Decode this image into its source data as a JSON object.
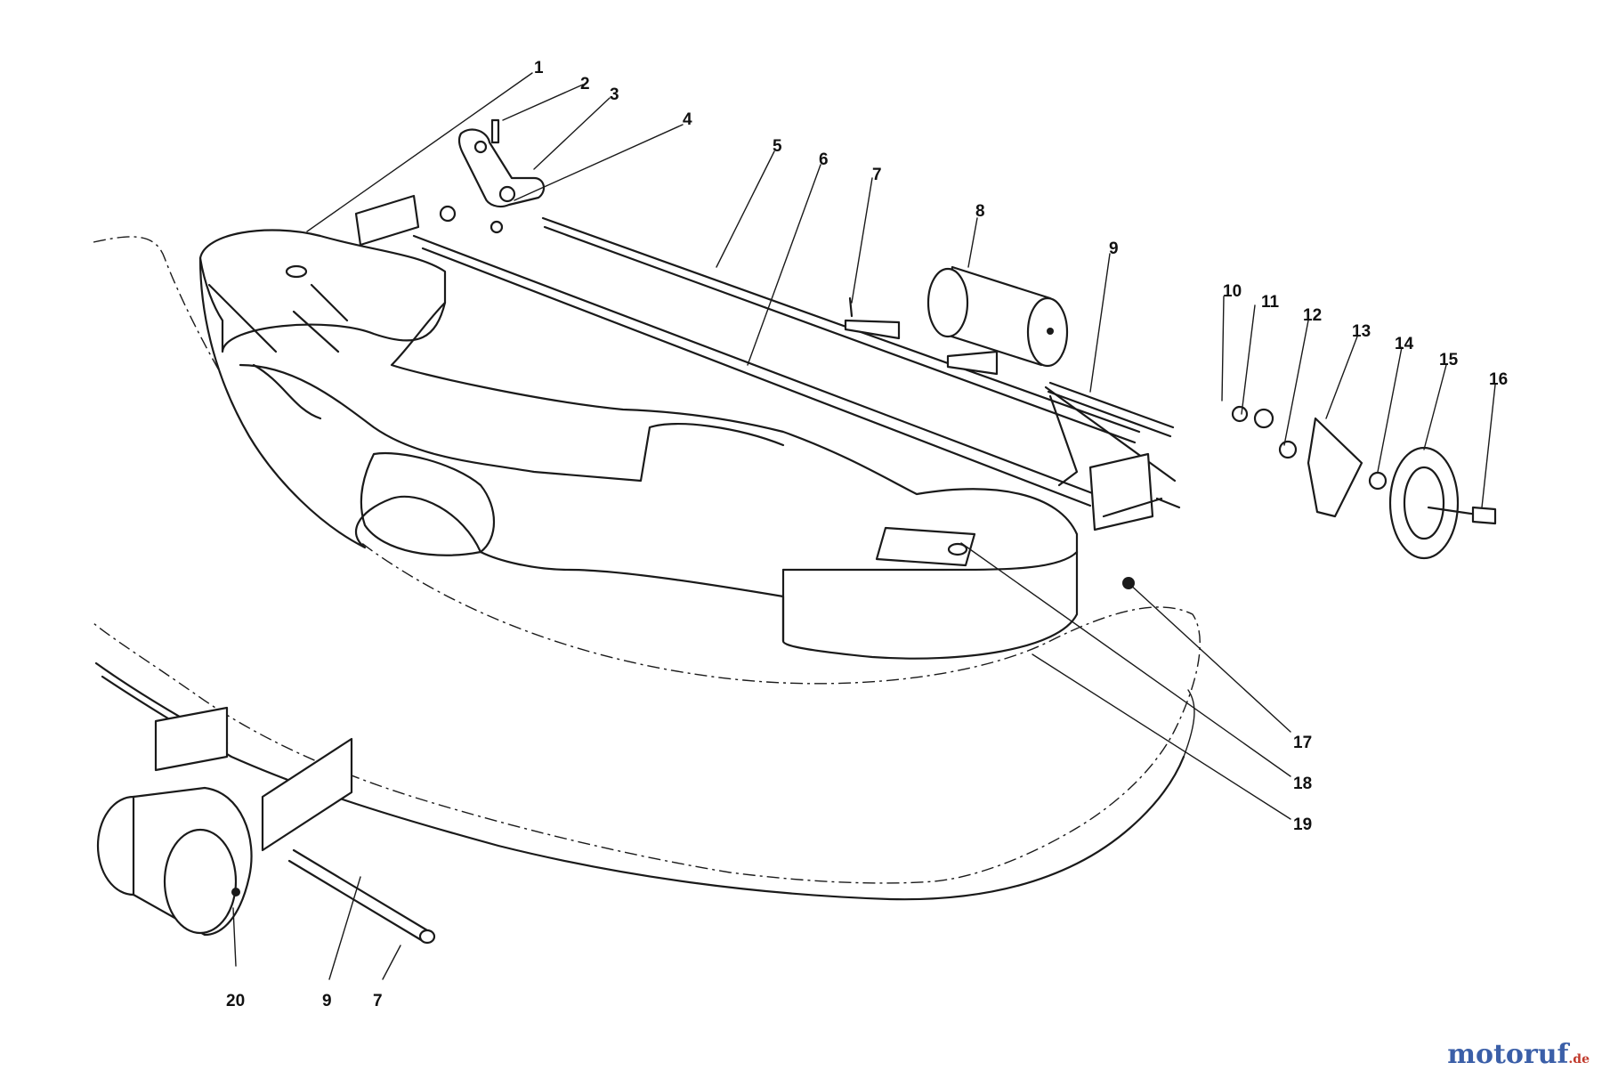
{
  "callouts": [
    "1",
    "2",
    "3",
    "4",
    "5",
    "6",
    "7",
    "8",
    "9",
    "10",
    "11",
    "12",
    "13",
    "14",
    "15",
    "16",
    "17",
    "18",
    "19",
    "20",
    "9",
    "7"
  ],
  "watermark": {
    "brand": "motoruf",
    "tld": ".de"
  },
  "colors": {
    "ink": "#1a1a1a",
    "paper": "#ffffff",
    "brand_blue": "#3b5fa8",
    "brand_red": "#c0392b"
  }
}
